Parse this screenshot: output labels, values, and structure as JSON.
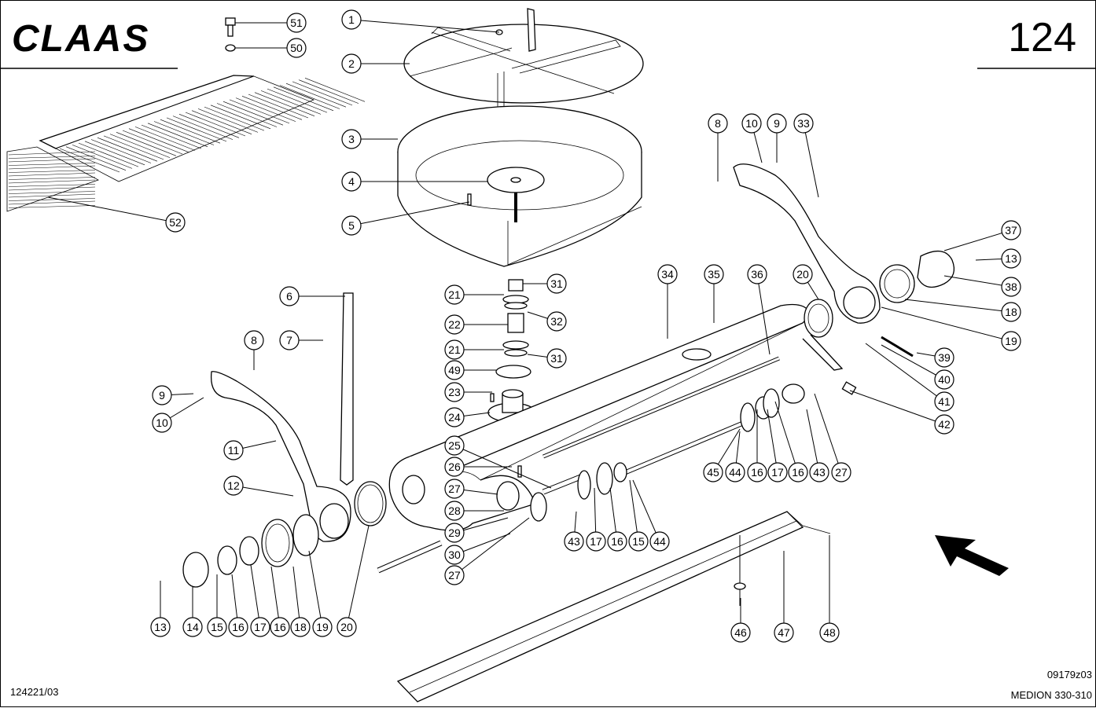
{
  "header": {
    "brand": "CLAAS",
    "page_number": "124"
  },
  "footer": {
    "left_code": "124221/03",
    "right_code": "09179z03",
    "model": "MEDION 330-310"
  },
  "callouts": [
    {
      "label": "1"
    },
    {
      "label": "2"
    },
    {
      "label": "3"
    },
    {
      "label": "4"
    },
    {
      "label": "5"
    },
    {
      "label": "51"
    },
    {
      "label": "50"
    },
    {
      "label": "52"
    },
    {
      "label": "6"
    },
    {
      "label": "7"
    },
    {
      "label": "8"
    },
    {
      "label": "9"
    },
    {
      "label": "10"
    },
    {
      "label": "11"
    },
    {
      "label": "12"
    },
    {
      "label": "13"
    },
    {
      "label": "14"
    },
    {
      "label": "15"
    },
    {
      "label": "16"
    },
    {
      "label": "17"
    },
    {
      "label": "16"
    },
    {
      "label": "18"
    },
    {
      "label": "19"
    },
    {
      "label": "20"
    },
    {
      "label": "21"
    },
    {
      "label": "22"
    },
    {
      "label": "21"
    },
    {
      "label": "49"
    },
    {
      "label": "23"
    },
    {
      "label": "24"
    },
    {
      "label": "31"
    },
    {
      "label": "32"
    },
    {
      "label": "31"
    },
    {
      "label": "25"
    },
    {
      "label": "26"
    },
    {
      "label": "27"
    },
    {
      "label": "28"
    },
    {
      "label": "29"
    },
    {
      "label": "30"
    },
    {
      "label": "27"
    },
    {
      "label": "43"
    },
    {
      "label": "17"
    },
    {
      "label": "16"
    },
    {
      "label": "15"
    },
    {
      "label": "44"
    },
    {
      "label": "34"
    },
    {
      "label": "35"
    },
    {
      "label": "36"
    },
    {
      "label": "20"
    },
    {
      "label": "8"
    },
    {
      "label": "10"
    },
    {
      "label": "9"
    },
    {
      "label": "33"
    },
    {
      "label": "37"
    },
    {
      "label": "13"
    },
    {
      "label": "38"
    },
    {
      "label": "18"
    },
    {
      "label": "19"
    },
    {
      "label": "39"
    },
    {
      "label": "40"
    },
    {
      "label": "41"
    },
    {
      "label": "42"
    },
    {
      "label": "45"
    },
    {
      "label": "44"
    },
    {
      "label": "16"
    },
    {
      "label": "17"
    },
    {
      "label": "16"
    },
    {
      "label": "43"
    },
    {
      "label": "27"
    },
    {
      "label": "46"
    },
    {
      "label": "47"
    },
    {
      "label": "48"
    }
  ]
}
